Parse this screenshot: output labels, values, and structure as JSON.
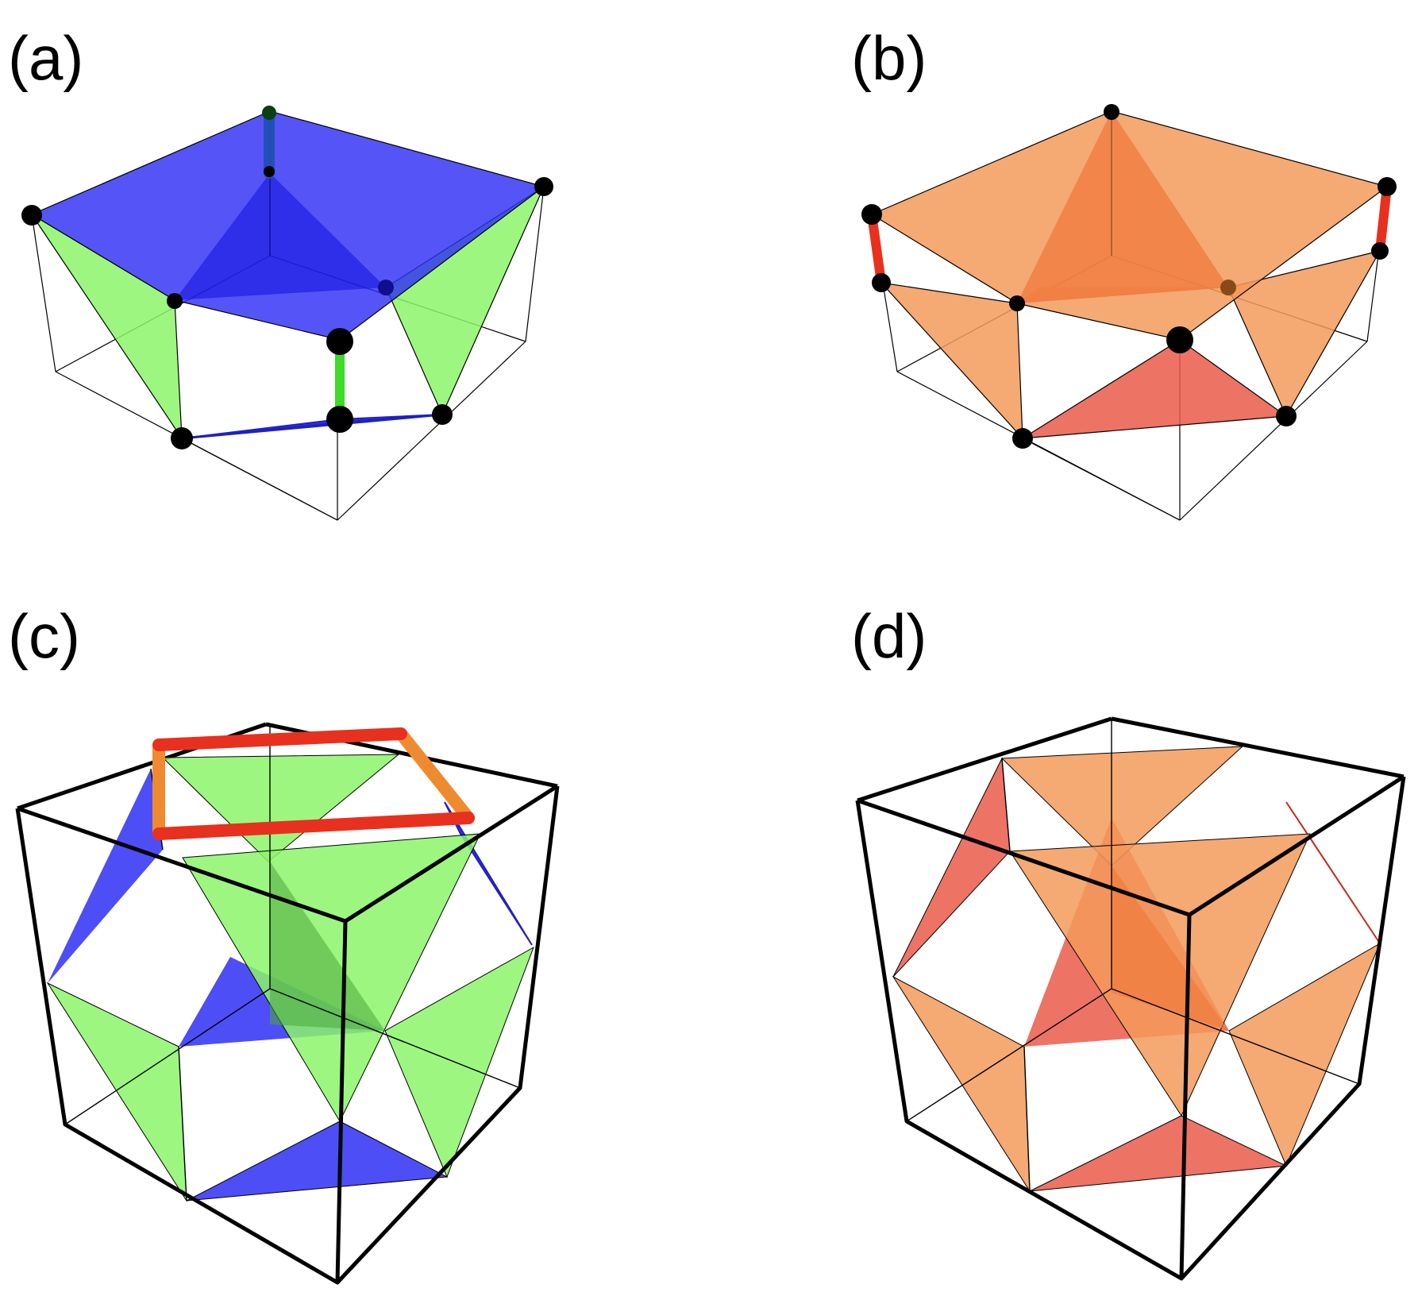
{
  "panels": [
    {
      "label": "(a)"
    },
    {
      "label": "(b)"
    },
    {
      "label": "(c)"
    },
    {
      "label": "(d)"
    }
  ],
  "colors": {
    "blue": "#2f2ff5",
    "green": "#8cf56a",
    "green_bond": "#3cdc28",
    "orange": "#f39a5a",
    "dark_orange": "#ef7a3c",
    "red": "#ea5a4a",
    "red_bond": "#e8301e",
    "orange_bond": "#f08a30",
    "frame": "#000000",
    "node": "#000000"
  }
}
